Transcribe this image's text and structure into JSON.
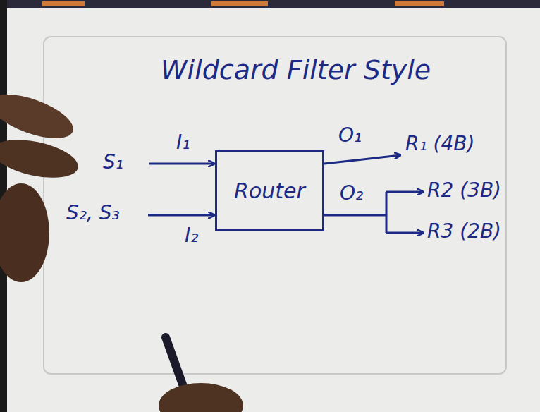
{
  "diagram": {
    "title": "Wildcard Filter Style",
    "nodes": [
      {
        "text": [
          "Router"
        ]
      }
    ],
    "labels": [
      "S₁",
      "I₁",
      "O₁",
      "R₁ (4B)",
      "O₂",
      "R2 (3B)",
      "S₂, S₃",
      "I₂",
      "R3 (2B)"
    ]
  }
}
